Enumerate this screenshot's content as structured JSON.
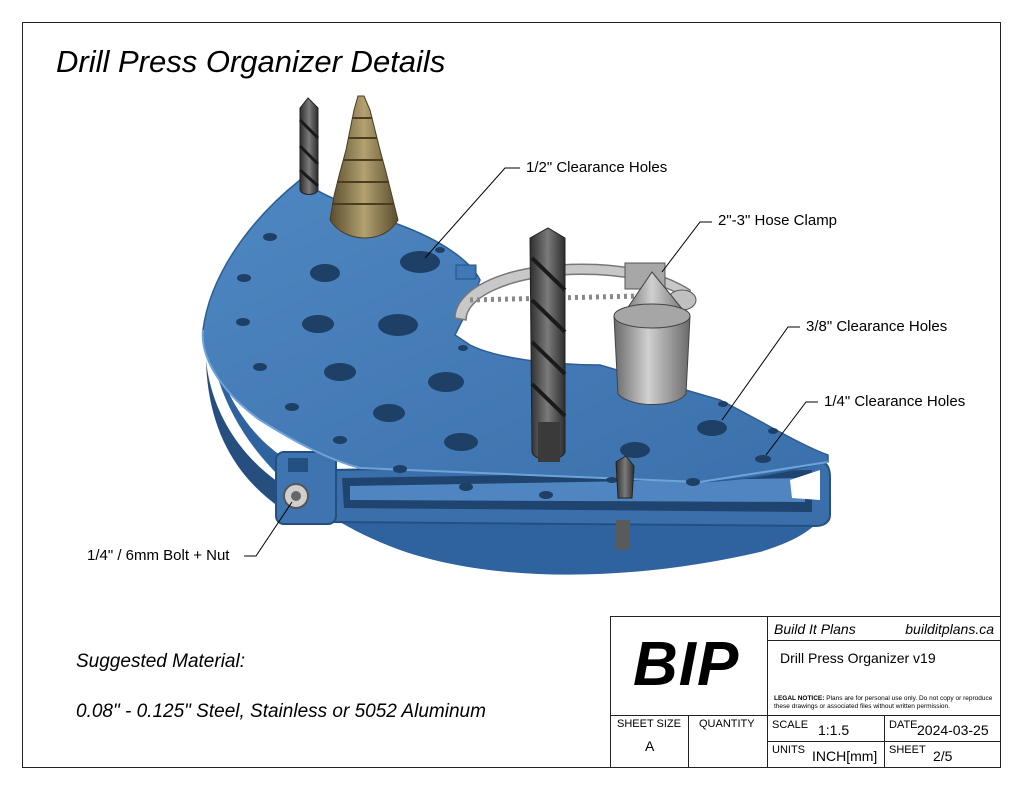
{
  "title": "Drill Press Organizer Details",
  "callouts": {
    "half_inch": "1/2\" Clearance Holes",
    "hose_clamp": "2\"-3\" Hose Clamp",
    "three_eighths": "3/8\" Clearance Holes",
    "quarter": "1/4\" Clearance Holes",
    "bolt": "1/4\" / 6mm Bolt + Nut"
  },
  "material": {
    "heading": "Suggested Material:",
    "text": "0.08\" - 0.125\" Steel, Stainless or 5052 Aluminum"
  },
  "title_block": {
    "logo": "BIP",
    "company": "Build It Plans",
    "website": "builditplans.ca",
    "project": "Drill Press Organizer v19",
    "legal_label": "LEGAL NOTICE:",
    "legal_text": "Plans are for personal use only. Do not copy or reproduce these drawings or associated files without written permission.",
    "sheet_size_label": "SHEET SIZE",
    "sheet_size": "A",
    "quantity_label": "QUANTITY",
    "scale_label": "SCALE",
    "scale": "1:1.5",
    "date_label": "DATE",
    "date": "2024-03-25",
    "units_label": "UNITS",
    "units": "INCH[mm]",
    "sheet_label": "SHEET",
    "sheet": "2/5"
  },
  "colors": {
    "plate": "#3f78b4",
    "plate_dark": "#2e5f95",
    "plate_light": "#5a90c8",
    "bit": "#4a4a4a",
    "step_bit": "#8a7a52",
    "clamp": "#b9b9b9"
  }
}
